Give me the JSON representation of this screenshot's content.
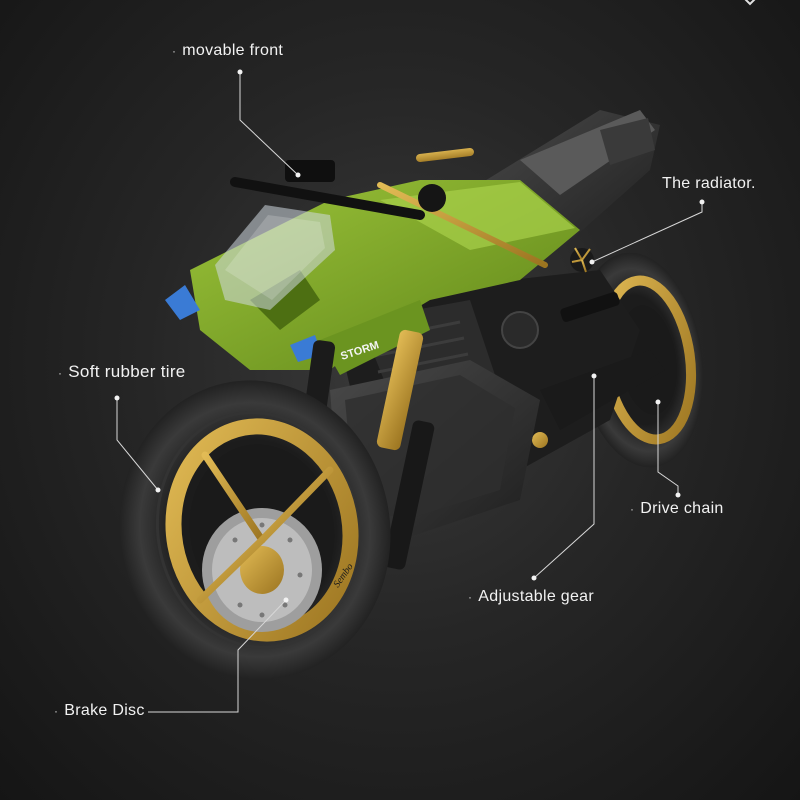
{
  "callouts": {
    "movable_front": "movable front",
    "radiator": "The radiator.",
    "tire": "Soft rubber tire",
    "drive_chain": "Drive chain",
    "gear": "Adjustable gear",
    "brake": "Brake Disc"
  },
  "bike_decals": {
    "storm": "STORM",
    "brand": "Sembo"
  },
  "colors": {
    "background": "#2a2a2a",
    "body_green": "#7ea82a",
    "gold": "#c9a032",
    "tire": "#2b2b2b",
    "text": "#f2f2f2"
  }
}
